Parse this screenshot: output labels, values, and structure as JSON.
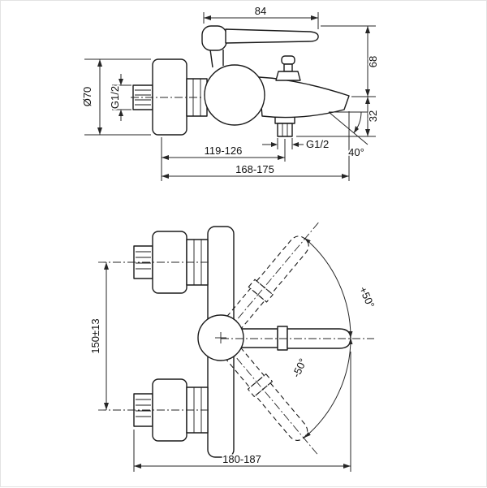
{
  "colors": {
    "line": "#1a1a1a",
    "background": "#ffffff"
  },
  "side_view": {
    "handle_length": "84",
    "height_to_spout": "68",
    "spout_drop": "32",
    "flange_diameter": "Ø70",
    "inlet_thread": "G1/2",
    "outlet_thread": "G1/2",
    "wall_to_outlet": "119-126",
    "total_projection": "168-175",
    "spout_angle": "40°"
  },
  "front_view": {
    "mount_distance": "150±13",
    "total_width": "180-187",
    "handle_swing_up": "+50°",
    "handle_swing_down": "-50°"
  }
}
